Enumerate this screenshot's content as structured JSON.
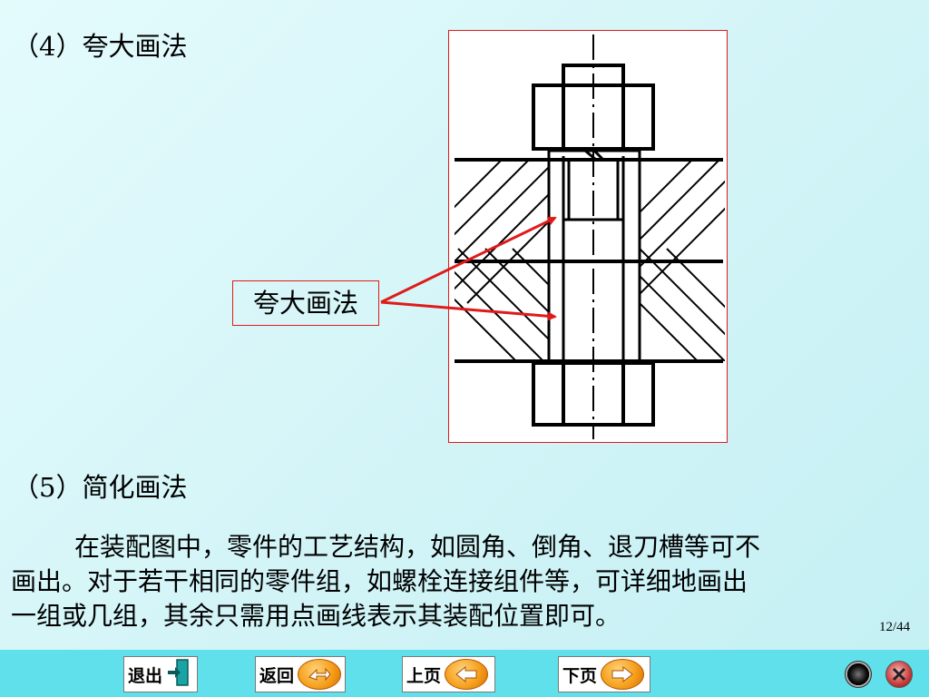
{
  "section4": {
    "heading": "（4）夸大画法"
  },
  "callout": {
    "label": "夸大画法"
  },
  "section5": {
    "heading": "（5）简化画法",
    "paragraph_lines": [
      "在装配图中，零件的工艺结构，如圆角、倒角、退刀槽等可不",
      "画出。对于若干相同的零件组，如螺栓连接组件等，可详细地画出",
      "一组或几组，其余只需用点画线表示其装配位置即可。"
    ]
  },
  "page": {
    "indicator": "12/44"
  },
  "nav": {
    "exit_label": "退出",
    "back_label": "返回",
    "prev_label": "上页",
    "next_label": "下页"
  },
  "icons": {
    "exit": "exit-door-icon",
    "back": "return-arrow-icon",
    "prev": "left-arrow-icon",
    "next": "right-arrow-icon",
    "camera": "camera-lens-icon",
    "close": "close-icon"
  },
  "colors": {
    "accent_red": "#e01a1a",
    "nav_bar": "#5fe0ea",
    "button_orange": "#f5a01c"
  }
}
